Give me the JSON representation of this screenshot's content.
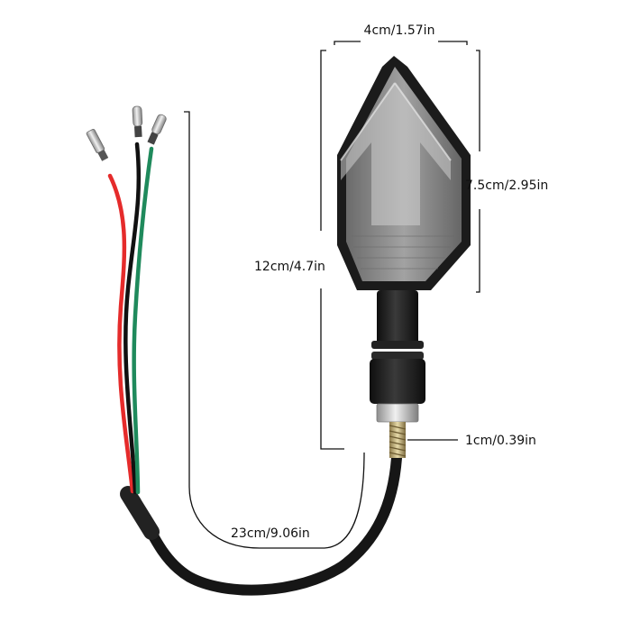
{
  "dimensions": {
    "width_label": "4cm/1.57in",
    "lens_height_label": "7.5cm/2.95in",
    "total_height_label": "12cm/4.7in",
    "bolt_diameter_label": "1cm/0.39in",
    "cable_length_label": "23cm/9.06in"
  },
  "colors": {
    "background": "#ffffff",
    "lens_smoke": "#8a8a8a",
    "body_black": "#1c1c1c",
    "wire_red": "#e52b2b",
    "wire_green": "#1f8a5c",
    "wire_black": "#111111",
    "metal": "#c8c8c8",
    "dimension_line": "#111111"
  }
}
